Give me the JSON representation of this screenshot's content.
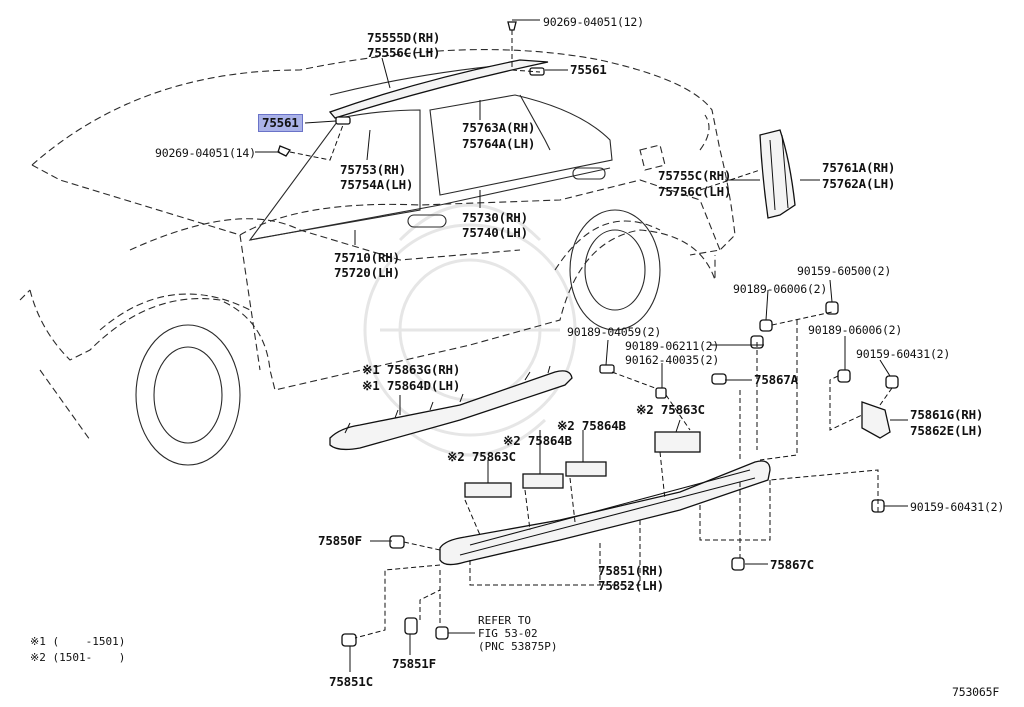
{
  "callouts": {
    "c_90269_12": "90269-04051(12)",
    "c_75555d": "75555D(RH)",
    "c_75556c": "75556C(LH)",
    "c_75561_top": "75561",
    "c_75561_hl": "75561",
    "c_90269_14": "90269-04051(14)",
    "c_75763a": "75763A(RH)",
    "c_75764a": "75764A(LH)",
    "c_75753": "75753(RH)",
    "c_75754a": "75754A(LH)",
    "c_75755c": "75755C(RH)",
    "c_75756c": "75756C(LH)",
    "c_75761a": "75761A(RH)",
    "c_75762a": "75762A(LH)",
    "c_75730": "75730(RH)",
    "c_75740": "75740(LH)",
    "c_75710": "75710(RH)",
    "c_75720": "75720(LH)",
    "c_90159_60500": "90159-60500(2)",
    "c_90189_06006a": "90189-06006(2)",
    "c_90189_06006b": "90189-06006(2)",
    "c_90189_04059": "90189-04059(2)",
    "c_90189_06211": "90189-06211(2)",
    "c_90162_40035": "90162-40035(2)",
    "c_90159_60431a": "90159-60431(2)",
    "c_75863g": "※1 75863G(RH)",
    "c_75864d": "※1 75864D(LH)",
    "c_75867a": "75867A",
    "c_75861g": "75861G(RH)",
    "c_75862e": "75862E(LH)",
    "c_75863c_r": "※2 75863C",
    "c_75864b_a": "※2 75864B",
    "c_75864b_b": "※2 75864B",
    "c_75863c_l": "※2 75863C",
    "c_90159_60431b": "90159-60431(2)",
    "c_75850f": "75850F",
    "c_75851": "75851(RH)",
    "c_75852": "75852(LH)",
    "c_75867c": "75867C",
    "c_75851f": "75851F",
    "c_75851c": "75851C"
  },
  "refer": {
    "line1": "REFER TO",
    "line2": "FIG 53-02",
    "line3": "(PNC 53875P)"
  },
  "notes": {
    "n1": "※1 (    -1501)",
    "n2": "※2 (1501-    )"
  },
  "figure_id": "753065F",
  "colors": {
    "highlight": "#aab2e8",
    "line": "#222222"
  }
}
